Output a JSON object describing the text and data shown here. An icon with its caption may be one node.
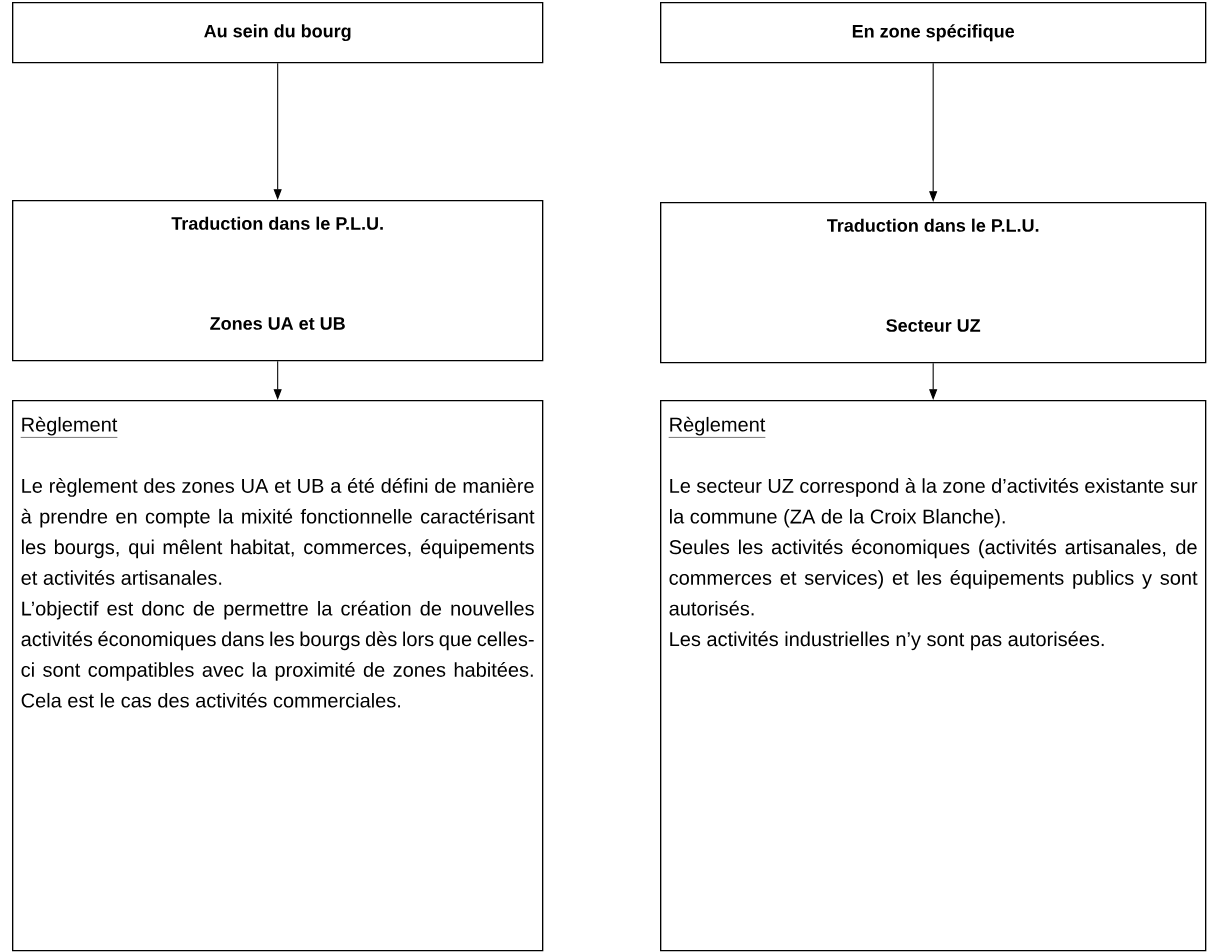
{
  "diagram": {
    "nodes": [
      {
        "text": [
          "Au sein du bourg"
        ]
      },
      {
        "text": [
          "En zone spécifique"
        ]
      },
      {
        "text": [
          "Traduction dans le P.L.U.",
          "Zones UA et UB"
        ]
      },
      {
        "text": [
          "Traduction dans le P.L.U.",
          "Secteur UZ"
        ]
      },
      {
        "text": [
          "Règlement",
          "Le règlement des zones UA et UB a été défini de manière à prendre en compte la mixité fonctionnelle caractérisant les bourgs, qui mêlent habitat, commerces, équipements et activités artisanales.",
          "L’objectif est donc de permettre la création de nouvelles activités économiques dans les bourgs dès lors que celles-ci sont compatibles avec la proximité de zones habitées. Cela est le cas des activités commerciales."
        ]
      },
      {
        "text": [
          "Règlement",
          "Le secteur UZ correspond à la zone d’activités existante sur la commune (ZA de la Croix Blanche).",
          "Seules les activités économiques (activités artisanales, de commerces et services) et les équipements publics y sont autorisés.",
          "Les activités industrielles n’y sont pas autorisées."
        ]
      }
    ],
    "edges": [
      {
        "from": 0,
        "to": 2,
        "arrow": "to"
      },
      {
        "from": 1,
        "to": 3,
        "arrow": "to"
      },
      {
        "from": 2,
        "to": 4,
        "arrow": "to"
      },
      {
        "from": 3,
        "to": 5,
        "arrow": "to"
      }
    ]
  }
}
